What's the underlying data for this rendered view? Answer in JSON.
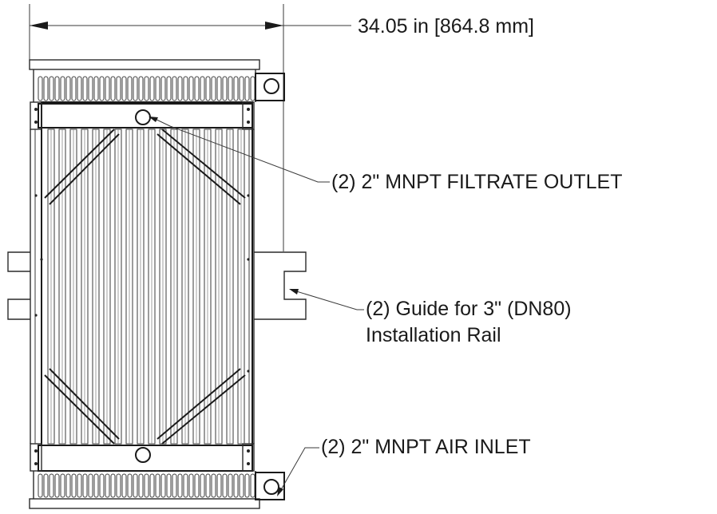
{
  "dimension": {
    "width_label": "34.05 in [864.8 mm]"
  },
  "callouts": {
    "filtrate_outlet": "(2) 2\" MNPT FILTRATE OUTLET",
    "guide_line1": "(2) Guide for 3\" (DN80)",
    "guide_line2": "Installation Rail",
    "air_inlet": "(2) 2\" MNPT AIR INLET"
  }
}
